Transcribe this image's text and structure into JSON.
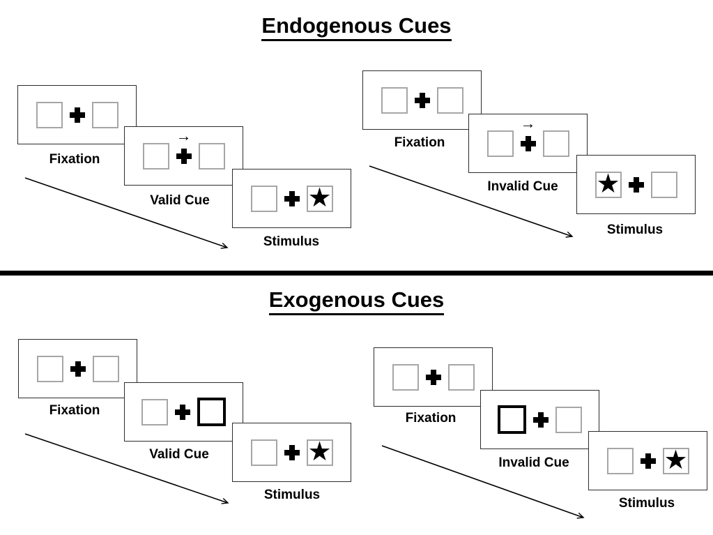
{
  "colors": {
    "ink": "#000000",
    "placeholder_box_border": "#a6a6a6",
    "panel_border": "#2b2b2b",
    "background": "#ffffff"
  },
  "glyphs": {
    "fixation_cross": "+",
    "cue_arrow": "→",
    "target_star": "★"
  },
  "sections": [
    {
      "title": "Endogenous Cues",
      "trials": [
        {
          "type": "valid",
          "panels": [
            {
              "label": "Fixation"
            },
            {
              "label": "Valid Cue",
              "cue_arrow": "→"
            },
            {
              "label": "Stimulus",
              "target": "★",
              "target_side": "right"
            }
          ]
        },
        {
          "type": "invalid",
          "panels": [
            {
              "label": "Fixation"
            },
            {
              "label": "Invalid Cue",
              "cue_arrow": "→"
            },
            {
              "label": "Stimulus",
              "target": "★",
              "target_side": "left"
            }
          ]
        }
      ]
    },
    {
      "title": "Exogenous Cues",
      "trials": [
        {
          "type": "valid",
          "panels": [
            {
              "label": "Fixation"
            },
            {
              "label": "Valid Cue",
              "highlighted_box": "right"
            },
            {
              "label": "Stimulus",
              "target": "★",
              "target_side": "right"
            }
          ]
        },
        {
          "type": "invalid",
          "panels": [
            {
              "label": "Fixation"
            },
            {
              "label": "Invalid Cue",
              "highlighted_box": "left"
            },
            {
              "label": "Stimulus",
              "target": "★",
              "target_side": "right"
            }
          ]
        }
      ]
    }
  ]
}
